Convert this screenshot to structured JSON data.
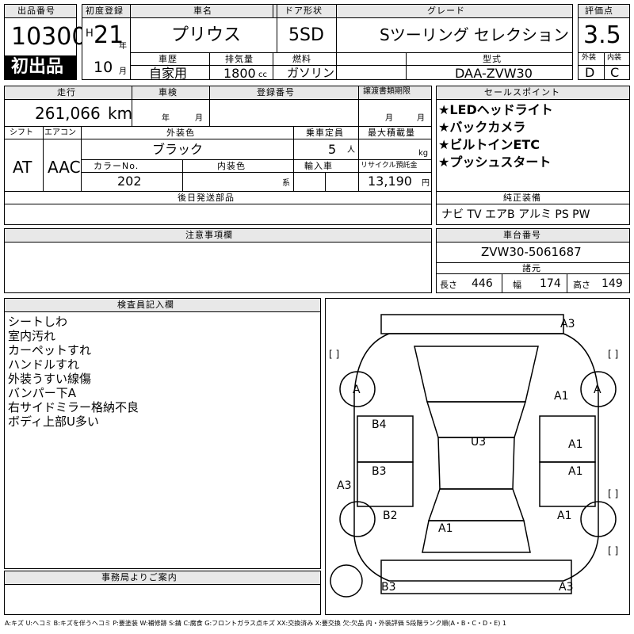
{
  "labels": {
    "lot_no": "出品番号",
    "first_reg": "初度登録",
    "car_name": "車名",
    "door": "ドア形状",
    "grade": "グレード",
    "score": "評価点",
    "history": "車歴",
    "displacement": "排気量",
    "fuel": "燃料",
    "model": "型式",
    "exterior": "外装",
    "interior": "内装",
    "mileage": "走行",
    "inspection": "車検",
    "reg_no": "登録番号",
    "transfer_doc": "譲渡書類期限",
    "sales_points": "セールスポイント",
    "shift": "シフト",
    "aircon": "エアコン",
    "ext_color": "外装色",
    "capacity": "乗車定員",
    "max_load": "最大積載量",
    "color_no": "カラーNo.",
    "int_color": "内装色",
    "import": "輸入車",
    "recycle": "リサイクル預託金",
    "later_parts": "後日発送部品",
    "equipment": "純正装備",
    "notes": "注意事項欄",
    "chassis_no": "車台番号",
    "specs": "諸元",
    "length": "長さ",
    "width": "幅",
    "height": "高さ",
    "inspector": "検査員記入欄",
    "office": "事務局よりご案内",
    "nen": "年",
    "tsuki": "月",
    "kei": "系",
    "nin": "人",
    "kg": "kg",
    "yen": "円",
    "cc": "cc",
    "km": "km"
  },
  "vehicle": {
    "lot_no": "10300",
    "first_tag": "初出品",
    "era": "H",
    "year": "21",
    "month": "10",
    "name": "プリウス",
    "door": "5SD",
    "grade": "Sツーリング セレクション",
    "score": "3.5",
    "history": "自家用",
    "displacement": "1800",
    "fuel": "ガソリン",
    "model": "DAA-ZVW30",
    "ext_grade": "D",
    "int_grade": "C",
    "mileage": "261,066",
    "shift": "AT",
    "aircon": "AAC",
    "color": "ブラック",
    "capacity": "5",
    "color_no": "202",
    "recycle": "13,190",
    "chassis_no": "ZVW30-5061687",
    "length": "446",
    "width": "174",
    "height": "149"
  },
  "sales_points": [
    "★LEDヘッドライト",
    "★バックカメラ",
    "★ビルトインETC",
    "★プッシュスタート"
  ],
  "equipment": "ナビ TV エアB アルミ PS PW",
  "inspector_notes": [
    "シートしわ",
    "室内汚れ",
    "カーペットすれ",
    "ハンドルすれ",
    "外装うすい線傷",
    "バンパー下A",
    "右サイドミラー格納不良",
    "ボディ上部U多い"
  ],
  "damage": {
    "bracket": "[ ]",
    "marks": [
      "A3",
      "A",
      "A",
      "A1",
      "B4",
      "U3",
      "A1",
      "B3",
      "A1",
      "A3",
      "B2",
      "A1",
      "A1",
      "B3",
      "A3"
    ]
  },
  "legend": "A:キズ U:ヘコミ B:キズを伴うヘコミ P:要塗装 W:補修跡 S:錆 C:腐食 G:フロントガラス点キズ XX:交換済み X:要交換 欠:欠品 内・外装評価 5段階ランク順(A・B・C・D・E) 1"
}
